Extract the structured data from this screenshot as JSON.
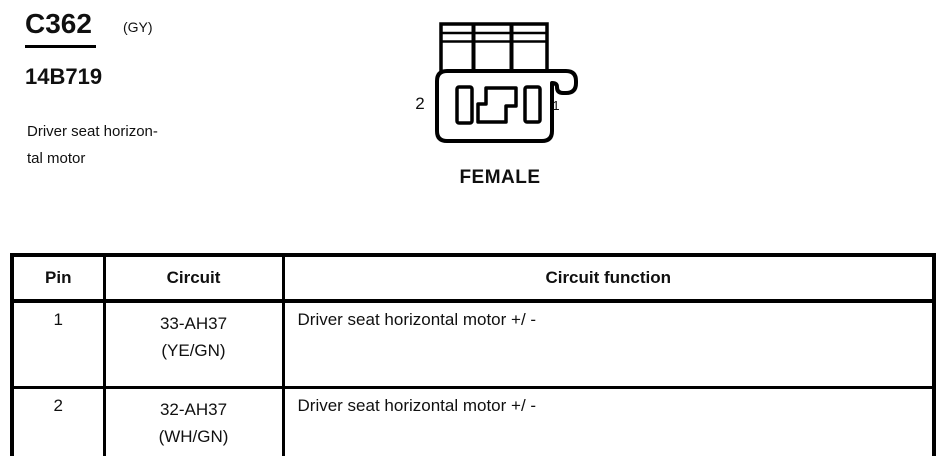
{
  "header": {
    "connector_id": "C362",
    "connector_color_code": "(GY)",
    "part_number": "14B719",
    "description_lines": [
      "Driver seat horizon-",
      "tal motor"
    ]
  },
  "connector_figure": {
    "gender_caption": "FEMALE",
    "pin_left_label": "2",
    "pin_right_label": "1"
  },
  "table": {
    "headers": [
      "Pin",
      "Circuit",
      "Circuit function"
    ],
    "rows": [
      {
        "pin": "1",
        "circuit": "33-AH37",
        "wire_color": "(YE/GN)",
        "function": "Driver seat horizontal motor +/ -"
      },
      {
        "pin": "2",
        "circuit": "32-AH37",
        "wire_color": "(WH/GN)",
        "function": "Driver seat horizontal motor +/ -"
      }
    ]
  },
  "colors": {
    "ink": "#101010",
    "line": "#000000",
    "background": "#ffffff"
  }
}
